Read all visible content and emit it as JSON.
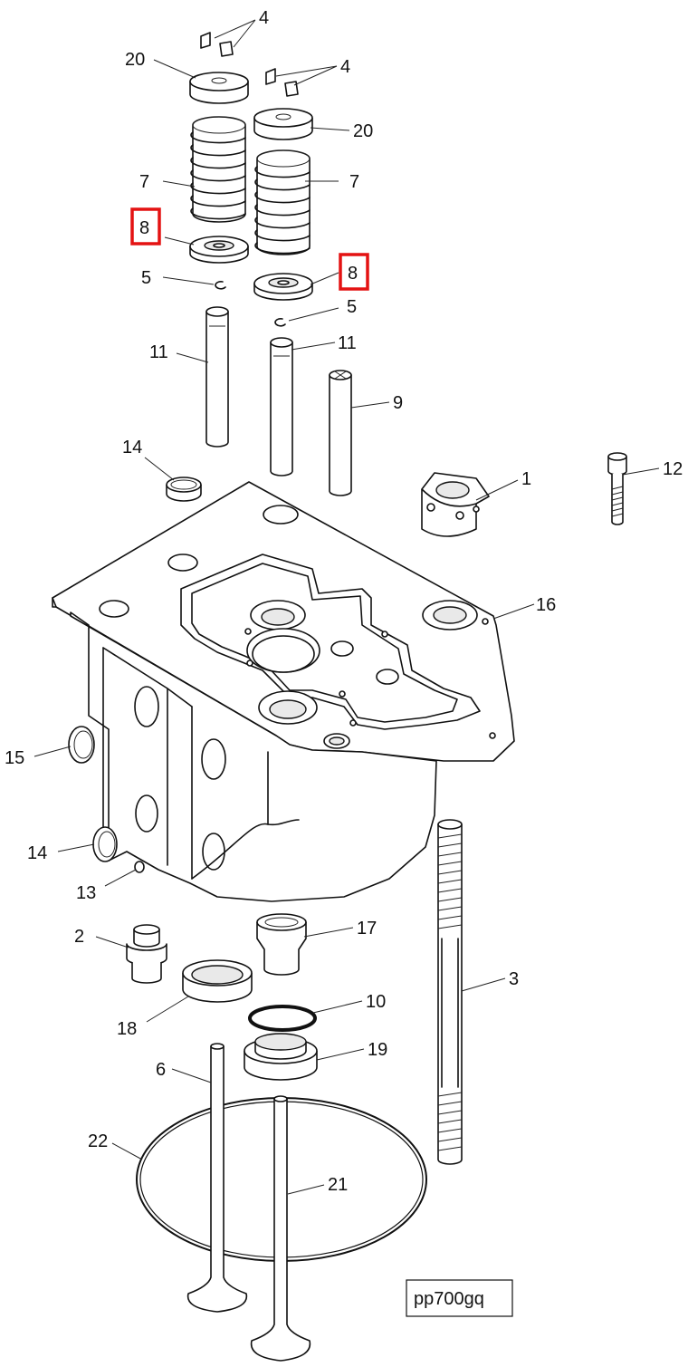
{
  "image_ref": "pp700gq",
  "highlight_color": "#e41212",
  "callouts": {
    "c4a": "4",
    "c20a": "20",
    "c4b": "4",
    "c20b": "20",
    "c7a": "7",
    "c7b": "7",
    "c8a": "8",
    "c8b": "8",
    "c5a": "5",
    "c5b": "5",
    "c11a": "11",
    "c11b": "11",
    "c9": "9",
    "c14a": "14",
    "c1": "1",
    "c12": "12",
    "c16": "16",
    "c15": "15",
    "c14b": "14",
    "c13": "13",
    "c2": "2",
    "c17": "17",
    "c3": "3",
    "c10": "10",
    "c18": "18",
    "c19": "19",
    "c6": "6",
    "c22": "22",
    "c21": "21"
  }
}
